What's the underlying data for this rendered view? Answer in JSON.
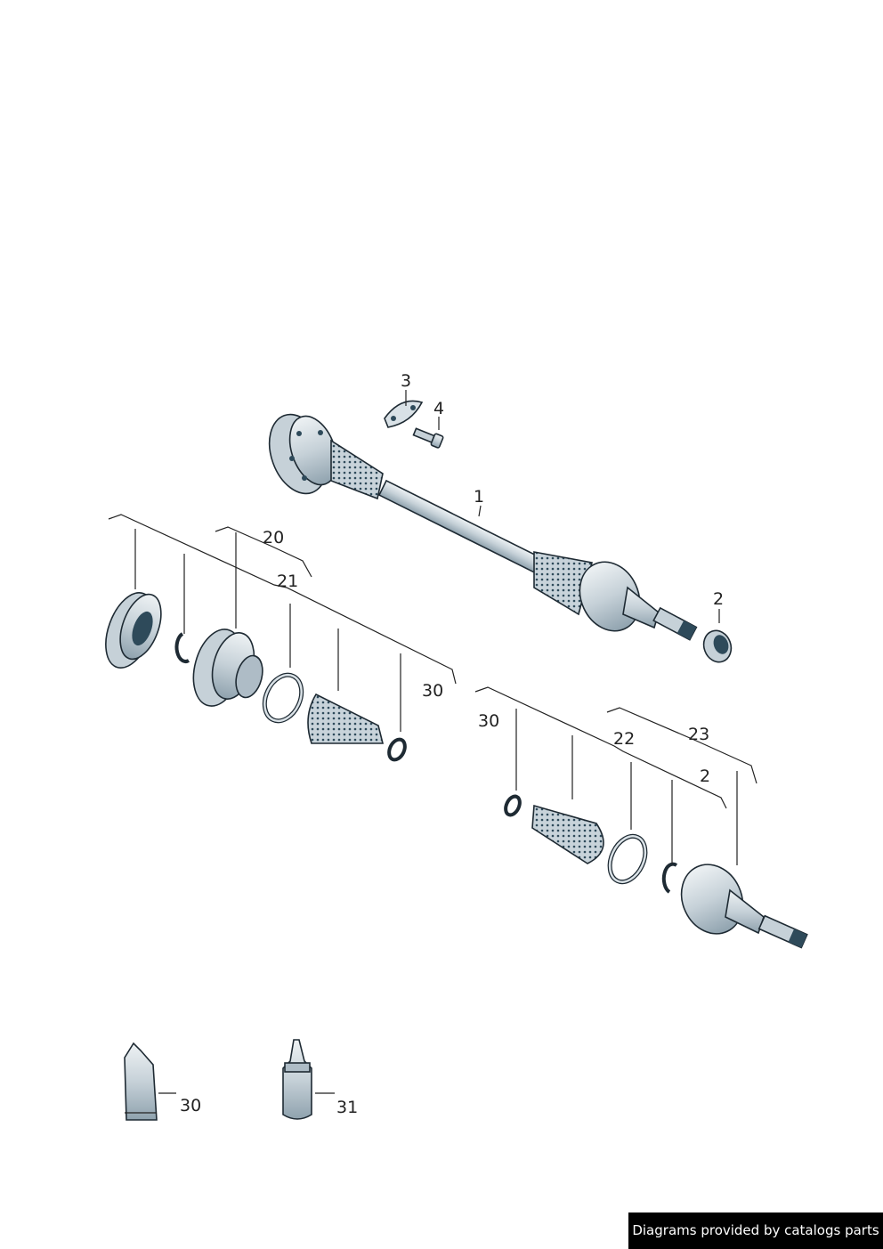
{
  "diagram": {
    "part_labels": {
      "p1": "1",
      "p2a": "2",
      "p2b": "2",
      "p3": "3",
      "p4": "4",
      "p20": "20",
      "p21": "21",
      "p22": "22",
      "p23": "23",
      "p30a": "30",
      "p30b": "30",
      "p30c": "30",
      "p31": "31"
    },
    "colors": {
      "metal_light": "#d9e1e6",
      "metal_mid": "#aebcc6",
      "metal_dark": "#2e4a5a",
      "boot": "#c8d3da",
      "line": "#1e2a33"
    },
    "parts_icons": [
      "drive-shaft-icon",
      "inner-cv-joint-icon",
      "outer-cv-joint-icon",
      "boot-icon",
      "hose-clamp-icon",
      "circlip-icon",
      "bolt-icon",
      "lock-plate-icon",
      "nut-icon",
      "grease-tube-icon",
      "sealant-bottle-icon"
    ]
  },
  "footer": {
    "credit": "Diagrams provided by catalogs parts"
  }
}
